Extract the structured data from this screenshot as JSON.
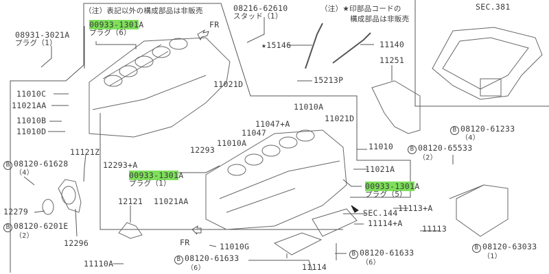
{
  "notes": {
    "left": "（注）表記以外の構成部品は非販売",
    "right_line1": "（注）★印部品コードの",
    "right_line2": "構成部品は非販売"
  },
  "highlight_color": "#7ee05a",
  "bolt_marker": "B",
  "directions": {
    "fr_top": "FR",
    "fr_bottom": "FR"
  },
  "sections": {
    "sec381": "SEC.381",
    "sec144": "SEC.144"
  },
  "parts": {
    "p00933_top": {
      "hl": "00933-1301",
      "suffix": "A",
      "desc": "プラグ（6）"
    },
    "p08931": {
      "code": "08931-3021A",
      "desc": "プラグ（1）"
    },
    "p11010C": "11010C",
    "p11021AA_left": "11021AA",
    "p11010B": "11010B",
    "p11010D": "11010D",
    "p11021D_top": "11021D",
    "p08216": {
      "code": "08216-62610",
      "desc": "スタッド（1）"
    },
    "p15146": "★15146",
    "p15213P": "15213P",
    "p11140": "11140",
    "p11251": "11251",
    "p11010A_a": "11010A",
    "p11021D_b": "11021D",
    "p11047A": "11047+A",
    "p11047": "11047",
    "p11010A_b": "11010A",
    "p12293": "12293",
    "p12293A": "12293+A",
    "p11010": "11010",
    "p11021A": "11021A",
    "p00933_mid": {
      "hl": "00933-1301",
      "suffix": "A",
      "desc": "プラグ（1）"
    },
    "p00933_right": {
      "hl": "00933-1301",
      "suffix": "A",
      "desc": "プラグ（5）"
    },
    "p08120_61233": {
      "code": "08120-61233",
      "qty": "（4）"
    },
    "p08120_65533": {
      "code": "08120-65533",
      "qty": "（2）"
    },
    "p11121Z": "11121Z",
    "p08120_61628": {
      "code": "08120-61628",
      "qty": "（4）"
    },
    "p12279": "12279",
    "p08120_6201E": {
      "code": "08120-6201E",
      "qty": "（2）"
    },
    "p12296": "12296",
    "p12121": "12121",
    "p11021AA_b": "11021AA",
    "p11010G": "11010G",
    "p11110A": "11110A",
    "p08120_61633_a": {
      "code": "08120-61633",
      "qty": "（6）"
    },
    "p11114A": "11114+A",
    "p11113A": "11113+A",
    "p11113": "11113",
    "p11114": "11114",
    "p08120_61633_b": {
      "code": "08120-61633",
      "qty": "（6）"
    },
    "p08120_63033": {
      "code": "08120-63033",
      "qty": "（1）"
    }
  }
}
